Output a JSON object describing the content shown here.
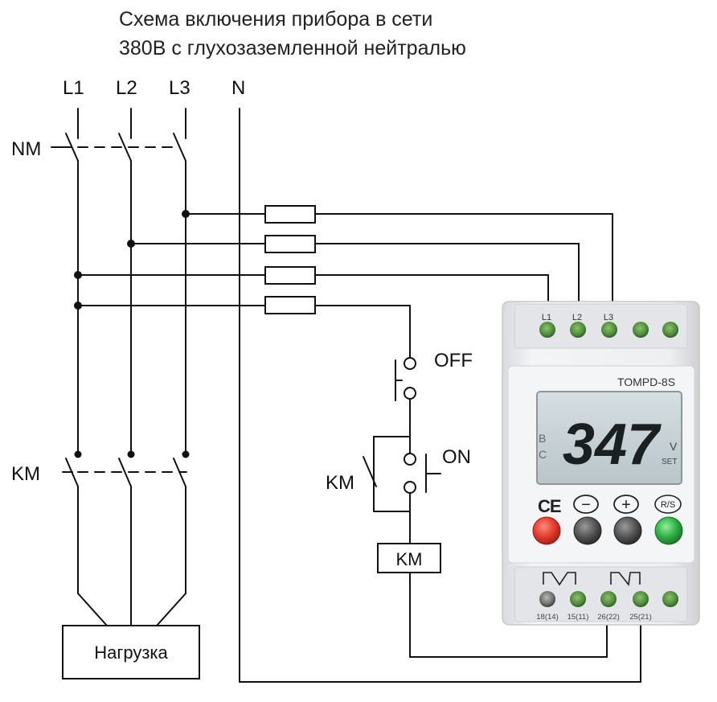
{
  "title": {
    "line1": "Схема включения прибора в сети",
    "line2": "380В с глухозаземленной нейтралью"
  },
  "bus": {
    "l1": "L1",
    "l2": "L2",
    "l3": "L3",
    "n": "N"
  },
  "breaker_label": "NM",
  "contactor_label": "KM",
  "contactor_aux_label": "KM",
  "coil_label": "KM",
  "load_label": "Нагрузка",
  "buttons": {
    "off": "OFF",
    "on": "ON"
  },
  "device": {
    "model": "TOMPD-8S",
    "display_value": "347",
    "display_unit": "V",
    "display_set": "SET",
    "phase_b": "B",
    "phase_c": "C",
    "ce_mark": "CE",
    "minus": "−",
    "plus": "+",
    "rs": "R/S",
    "top_terminals": [
      "L1",
      "L2",
      "L3"
    ],
    "bottom_terminals": [
      "18(14)",
      "15(11)",
      "26(22)",
      "25(21)"
    ]
  },
  "colors": {
    "wire": "#111111",
    "device_body": "#ecedef",
    "lcd_bg": "#c9d3d6",
    "lcd_digits": "#1a1f22",
    "terminal_green": "#4f8a3c",
    "btn_red": "#e23b2e",
    "btn_gray": "#545454",
    "btn_green": "#2fae45"
  }
}
